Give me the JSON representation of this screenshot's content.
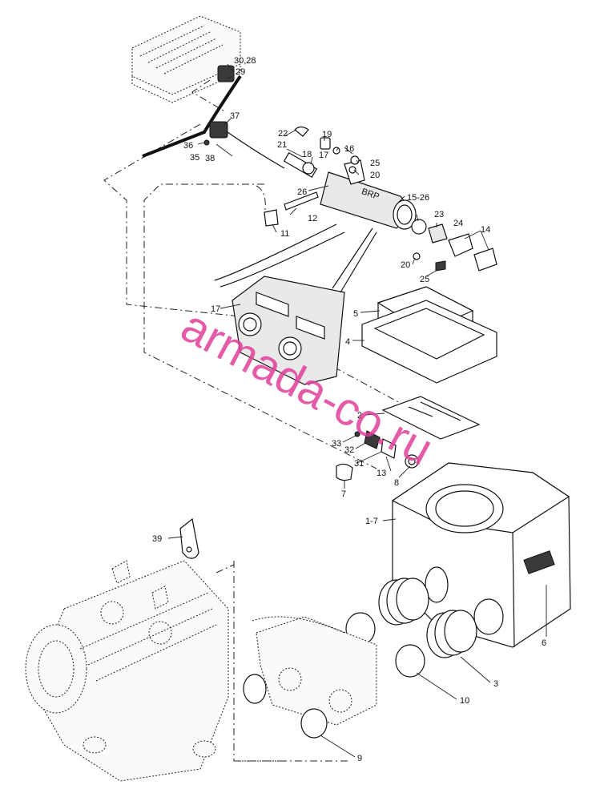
{
  "watermark": "armada-co.ru",
  "callouts": {
    "c1_7": "1-7",
    "c2": "2",
    "c3": "3",
    "c4": "4",
    "c5": "5",
    "c6": "6",
    "c7": "7",
    "c8": "8",
    "c9": "9",
    "c10": "10",
    "c11": "11",
    "c12": "12",
    "c13": "13",
    "c14": "14",
    "c15_26": "15-26",
    "c16": "16",
    "c17_top": "17",
    "c17_carb": "17",
    "c18": "18",
    "c19": "19",
    "c20_top": "20",
    "c20_bottom": "20",
    "c21": "21",
    "c22": "22",
    "c23": "23",
    "c24": "24",
    "c25_top": "25",
    "c25_bottom": "25",
    "c26": "26",
    "c29": "29",
    "c30_28": "30,28",
    "c31": "31",
    "c32": "32",
    "c33": "33",
    "c35": "35",
    "c36": "36",
    "c37": "37",
    "c38": "38",
    "c39": "39"
  }
}
